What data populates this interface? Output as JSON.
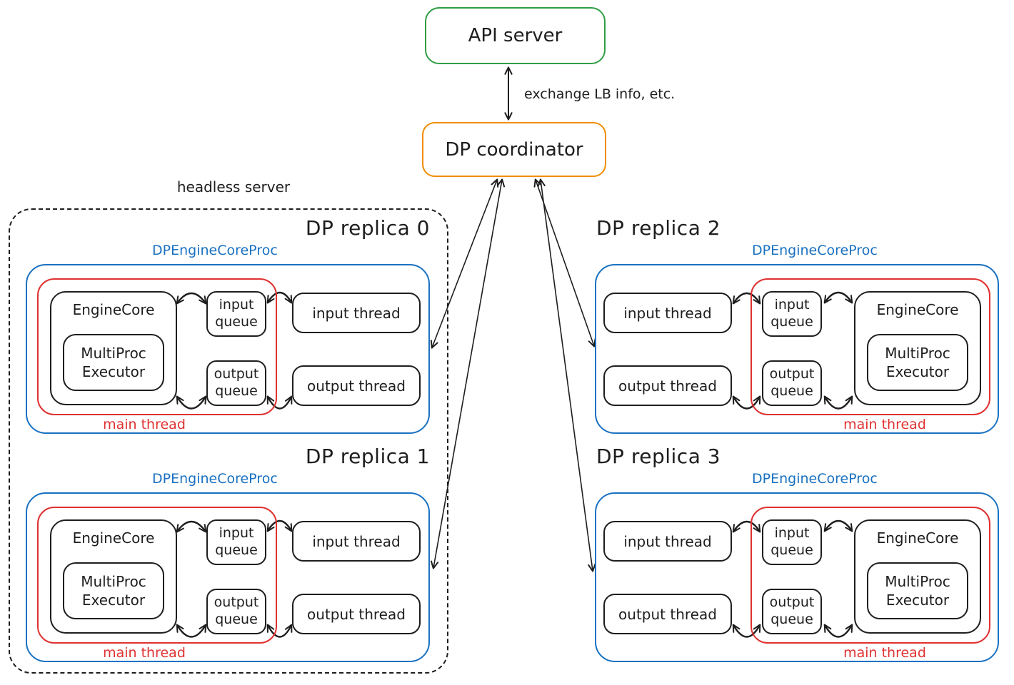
{
  "colors": {
    "green": "#2f9e44",
    "orange": "#f08c00",
    "blue": "#1971c2",
    "red": "#e03131",
    "ink": "#1e1e1e"
  },
  "api_server": {
    "label": "API server"
  },
  "coordinator": {
    "label": "DP coordinator"
  },
  "coordinator_link_label": "exchange LB info, etc.",
  "headless_server_label": "headless server",
  "replicas": [
    {
      "title": "DP replica 0",
      "proc_label": "DPEngineCoreProc",
      "engine_core": "EngineCore",
      "executor": "MultiProc Executor",
      "input_queue": "input queue",
      "output_queue": "output queue",
      "input_thread": "input thread",
      "output_thread": "output thread",
      "main_thread": "main thread"
    },
    {
      "title": "DP replica 1",
      "proc_label": "DPEngineCoreProc",
      "engine_core": "EngineCore",
      "executor": "MultiProc Executor",
      "input_queue": "input queue",
      "output_queue": "output queue",
      "input_thread": "input thread",
      "output_thread": "output thread",
      "main_thread": "main thread"
    },
    {
      "title": "DP replica 2",
      "proc_label": "DPEngineCoreProc",
      "engine_core": "EngineCore",
      "executor": "MultiProc Executor",
      "input_queue": "input queue",
      "output_queue": "output queue",
      "input_thread": "input thread",
      "output_thread": "output thread",
      "main_thread": "main thread"
    },
    {
      "title": "DP replica 3",
      "proc_label": "DPEngineCoreProc",
      "engine_core": "EngineCore",
      "executor": "MultiProc Executor",
      "input_queue": "input queue",
      "output_queue": "output queue",
      "input_thread": "input thread",
      "output_thread": "output thread",
      "main_thread": "main thread"
    }
  ]
}
